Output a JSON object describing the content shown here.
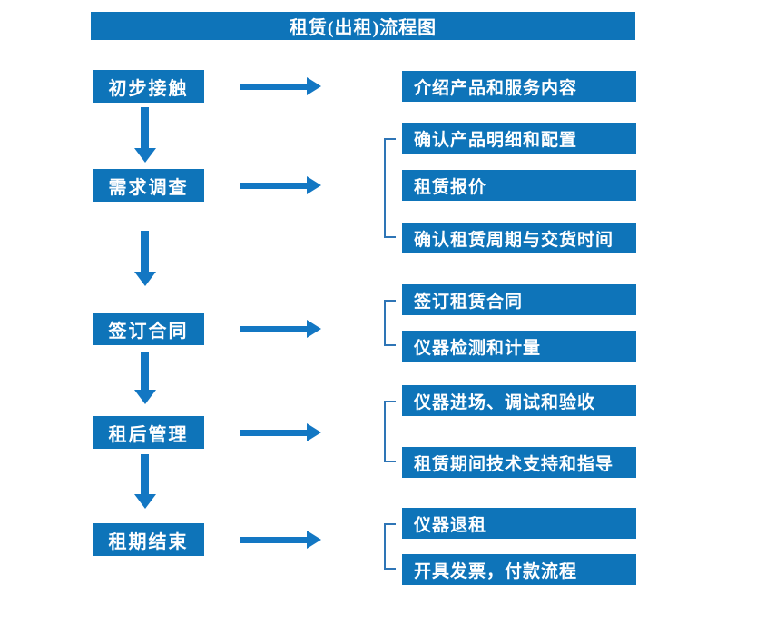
{
  "title": "租赁(出租)流程图",
  "colors": {
    "primary": "#0e74b9",
    "arrow": "#1377c3",
    "bracket": "#2e75b6",
    "text": "#ffffff",
    "background": "#ffffff"
  },
  "stages": [
    {
      "label": "初步接触",
      "details": [
        "介绍产品和服务内容"
      ]
    },
    {
      "label": "需求调查",
      "details": [
        "确认产品明细和配置",
        "租赁报价",
        "确认租赁周期与交货时间"
      ]
    },
    {
      "label": "签订合同",
      "details": [
        "签订租赁合同",
        "仪器检测和计量"
      ]
    },
    {
      "label": "租后管理",
      "details": [
        "仪器进场、调试和验收",
        "租赁期间技术支持和指导"
      ]
    },
    {
      "label": "租期结束",
      "details": [
        "仪器退租",
        "开具发票，付款流程"
      ]
    }
  ]
}
